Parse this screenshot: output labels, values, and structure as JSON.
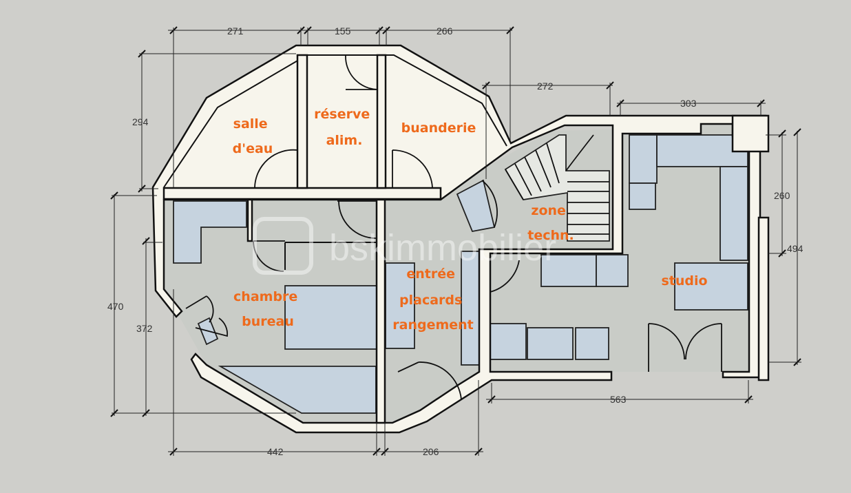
{
  "rooms": {
    "salle_deau": [
      "salle",
      "d'eau"
    ],
    "reserve": [
      "réserve",
      "alim."
    ],
    "buanderie": [
      "buanderie"
    ],
    "zone_techn": [
      "zone",
      "techn."
    ],
    "chambre": [
      "chambre",
      "bureau"
    ],
    "entree": [
      "entrée",
      "placards",
      "rangement"
    ],
    "studio": [
      "studio"
    ]
  },
  "dimensions": {
    "top_1": "271",
    "top_2": "155",
    "top_3": "266",
    "top_4": "272",
    "top_5": "303",
    "left_1": "294",
    "left_2": "470",
    "left_3": "372",
    "right_1": "260",
    "right_2": "494",
    "bottom_1": "442",
    "bottom_2": "206",
    "bottom_3": "563"
  },
  "watermark": "bskimmobilier",
  "colors": {
    "label": "#ee6a1c",
    "background": "#cfcfcb",
    "wall": "#f7f5ec",
    "furniture": "#c6d3df"
  }
}
